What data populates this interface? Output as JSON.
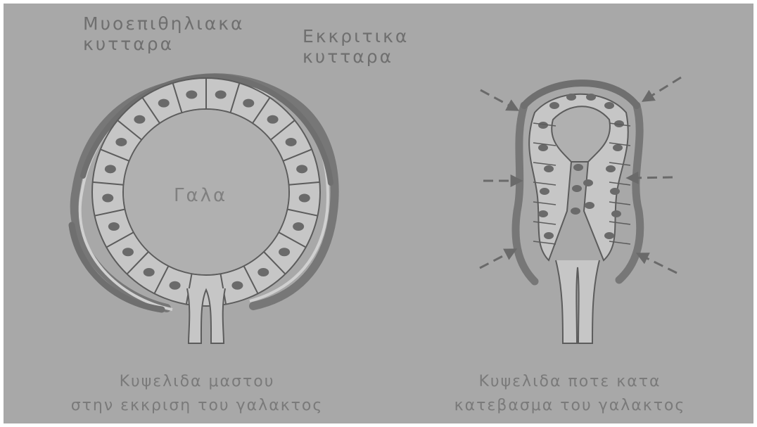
{
  "labels": {
    "myoepithelial": "Μυοεπιθηλιακα\nκυτταρα",
    "secretory": "Εκκριτικα\nκυτταρα",
    "milk": "Γαλα",
    "caption_left": "Κυψελιδα μαστου\nστην εκκριση του γαλακτος",
    "caption_right": "Κυψελιδα ποτε κατα\nκατεβασμα του γαλακτος"
  },
  "colors": {
    "background": "#a8a8a8",
    "ink": "#6f6f6f",
    "cell": "#c3c3c3",
    "nucleus": "#6a6a6a",
    "muscle_band": "#777777"
  },
  "icons": {
    "arrow": "dashed-arrow"
  }
}
